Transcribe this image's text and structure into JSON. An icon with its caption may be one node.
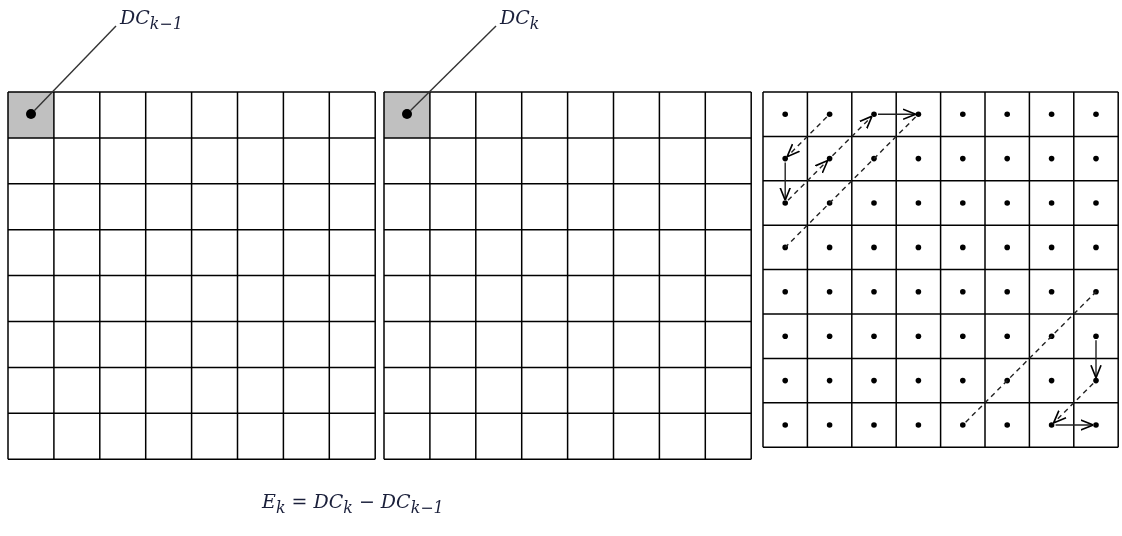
{
  "diagram": {
    "nodes": [
      {
        "text": [
          "DC$_{k−1}$"
        ]
      },
      {
        "text": [],
        "shape": "circle"
      },
      {
        "text": [
          "DC$_{k}$"
        ]
      },
      {
        "text": [],
        "shape": "circle"
      }
    ],
    "edges": [
      {
        "from": 0,
        "to": 1,
        "arrow": "none"
      },
      {
        "from": 2,
        "to": 3,
        "arrow": "none"
      }
    ],
    "labels": [
      "E$_{k}$ = DC$_{k}$ − DC$_{k−1}$"
    ]
  }
}
